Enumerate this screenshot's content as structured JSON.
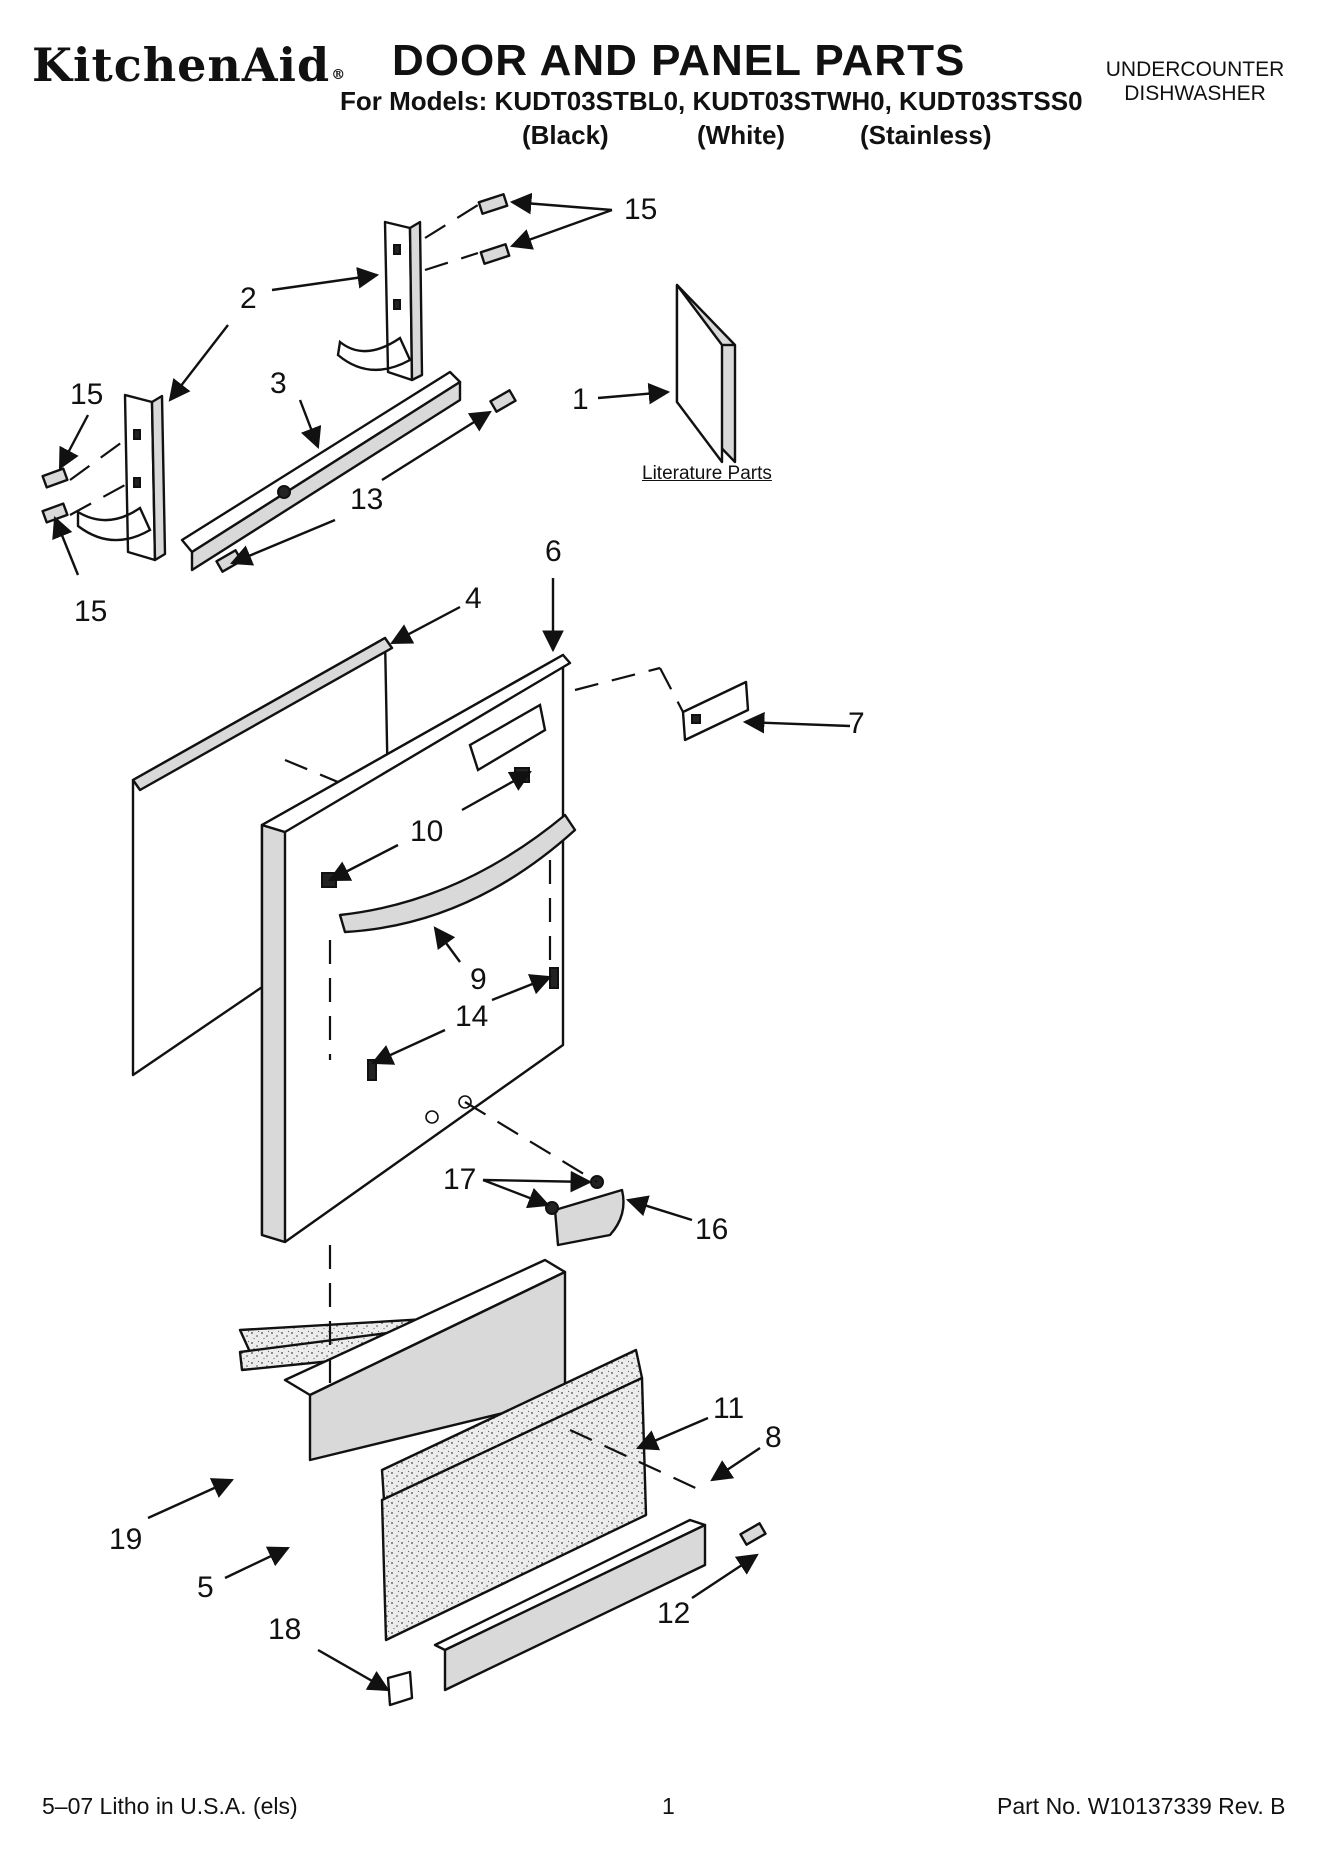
{
  "header": {
    "brand": "KitchenAid",
    "brand_mark": "®",
    "title": "DOOR AND PANEL PARTS",
    "models_line": "For Models: KUDT03STBL0, KUDT03STWH0, KUDT03STSS0",
    "variants": [
      "(Black)",
      "(White)",
      "(Stainless)"
    ],
    "category_line1": "UNDERCOUNTER",
    "category_line2": "DISHWASHER"
  },
  "diagram": {
    "literature_label": "Literature Parts",
    "callouts": [
      "15",
      "2",
      "15",
      "3",
      "1",
      "13",
      "15",
      "6",
      "4",
      "7",
      "10",
      "9",
      "14",
      "17",
      "16",
      "11",
      "8",
      "19",
      "5",
      "12",
      "18"
    ]
  },
  "footer": {
    "litho": "5–07 Litho in U.S.A. (els)",
    "page": "1",
    "part_no": "Part No. W10137339 Rev. B"
  }
}
